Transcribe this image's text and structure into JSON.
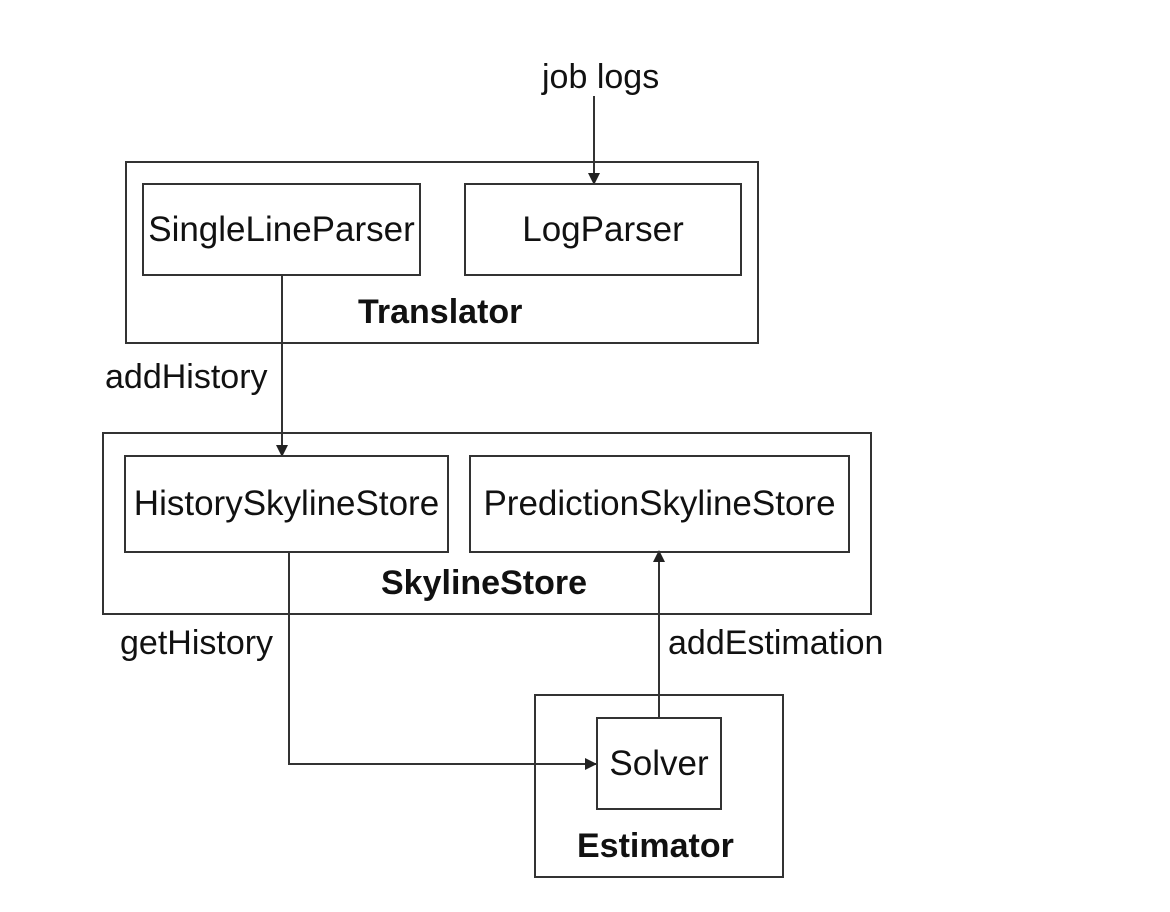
{
  "input_label": "job logs",
  "groups": {
    "translator": {
      "title": "Translator",
      "components": [
        "SingleLineParser",
        "LogParser"
      ]
    },
    "skyline_store": {
      "title": "SkylineStore",
      "components": [
        "HistorySkylineStore",
        "PredictionSkylineStore"
      ]
    },
    "estimator": {
      "title": "Estimator",
      "components": [
        "Solver"
      ]
    }
  },
  "edges": [
    {
      "from": "job logs",
      "to": "LogParser",
      "label": ""
    },
    {
      "from": "SingleLineParser",
      "to": "HistorySkylineStore",
      "label": "addHistory"
    },
    {
      "from": "HistorySkylineStore",
      "to": "Solver",
      "label": "getHistory"
    },
    {
      "from": "Solver",
      "to": "PredictionSkylineStore",
      "label": "addEstimation"
    }
  ],
  "colors": {
    "line": "#333333",
    "text": "#111111",
    "background": "#ffffff"
  }
}
